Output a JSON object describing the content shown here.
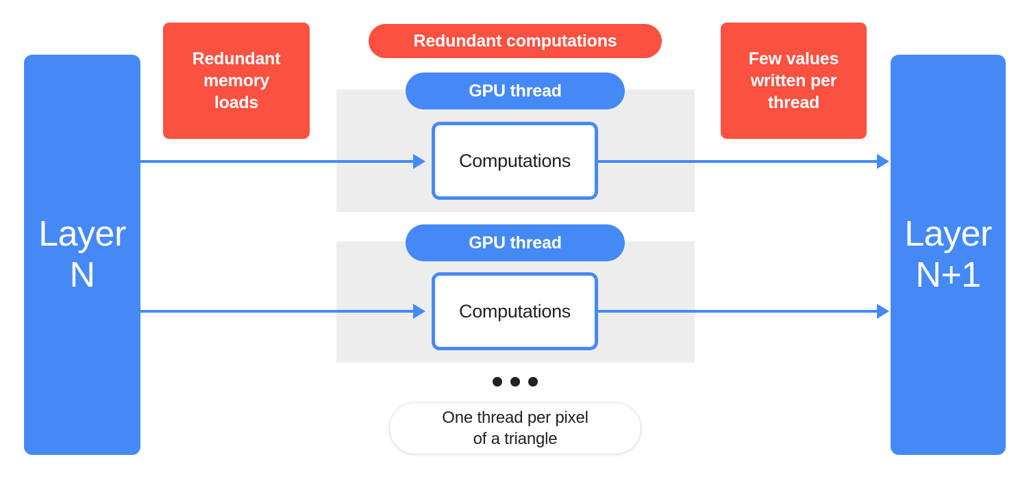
{
  "diagram": {
    "title": "GPU thread redundant work diagram",
    "colors": {
      "blue": "#4589f7",
      "red": "#fb5140",
      "gray_band": "#ededed",
      "text_dark": "#202124",
      "white": "#ffffff"
    },
    "layers": {
      "left": {
        "label": "Layer\nN"
      },
      "right": {
        "label": "Layer\nN+1"
      }
    },
    "callouts": {
      "memory_loads": {
        "label": "Redundant\nmemory\nloads"
      },
      "redundant_computations": {
        "label": "Redundant computations"
      },
      "few_values": {
        "label": "Few values\nwritten per\nthread"
      }
    },
    "threads": [
      {
        "pill_label": "GPU thread",
        "box_label": "Computations"
      },
      {
        "pill_label": "GPU thread",
        "box_label": "Computations"
      }
    ],
    "ellipsis": {
      "dot_count": 3
    },
    "caption": {
      "label": "One thread per pixel\nof a triangle"
    }
  }
}
